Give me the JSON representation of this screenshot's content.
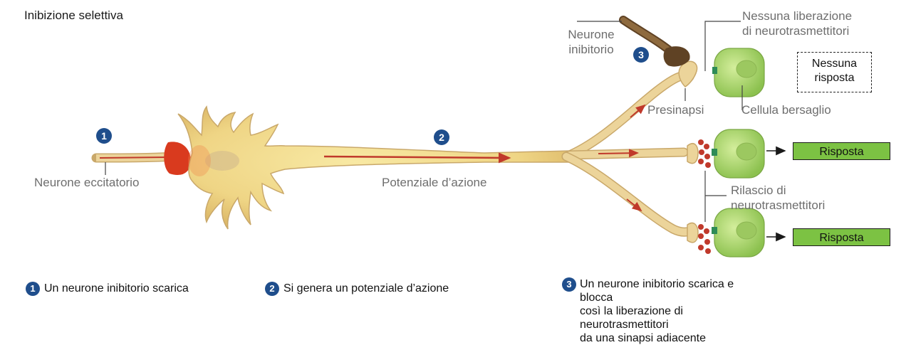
{
  "title": "Inibizione selettiva",
  "labels": {
    "excitatory_neuron": "Neurone eccitatorio",
    "action_potential": "Potenziale d’azione",
    "inhibitory_neuron_1": "Neurone",
    "inhibitory_neuron_2": "inibitorio",
    "no_release_1": "Nessuna liberazione",
    "no_release_2": "di neurotrasmettitori",
    "presynapse": "Presinapsi",
    "target_cell": "Cellula bersaglio",
    "release_1": "Rilascio di",
    "release_2": "neurotrasmettitori"
  },
  "no_response_box": {
    "line1": "Nessuna",
    "line2": "risposta"
  },
  "responses": [
    "Risposta",
    "Risposta"
  ],
  "badges": {
    "one": "1",
    "two": "2",
    "three": "3"
  },
  "footnotes": {
    "n1": "Un neurone inibitorio scarica",
    "n2": "Si genera un potenziale d’azione",
    "n3_line1": "Un neurone inibitorio scarica e blocca",
    "n3_line2": "così la liberazione di neurotrasmettitori",
    "n3_line3": "da una sinapsi adiacente"
  },
  "colors": {
    "axon": "#ecd49a",
    "axon_edge": "#c9a86a",
    "soma": "#f3dc8a",
    "signal": "#c0392b",
    "inhibitory": "#6b4a26",
    "target_cell": "#a6d468",
    "response_box": "#7cc243",
    "badge": "#1f4e8c",
    "vesicle": "#c0392b"
  }
}
